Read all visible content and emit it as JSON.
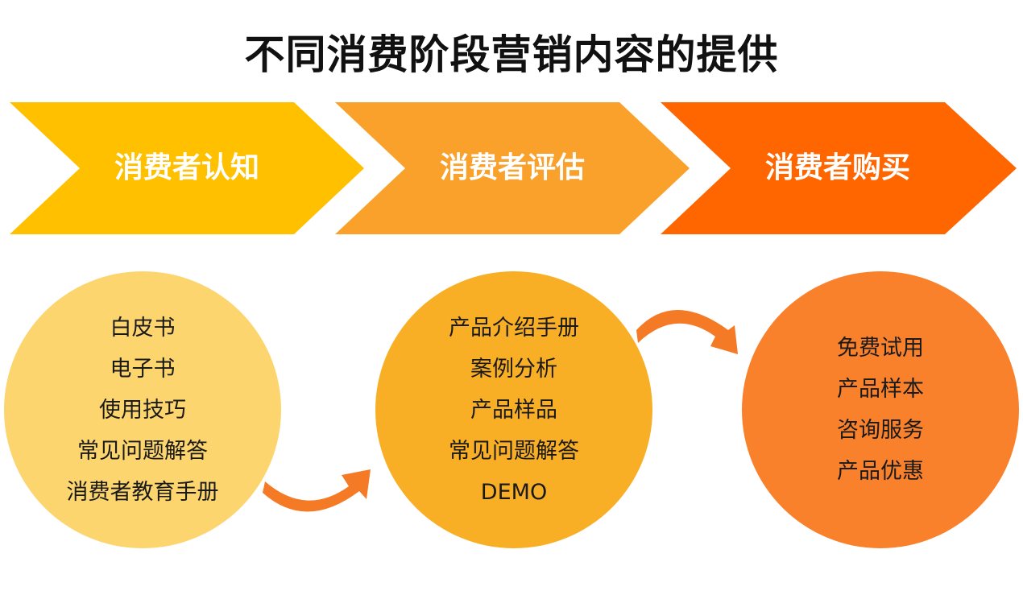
{
  "title": "不同消费阶段营销内容的提供",
  "stages": [
    {
      "label": "消费者认知",
      "color": "#FFC000"
    },
    {
      "label": "消费者评估",
      "color": "#F9A12A"
    },
    {
      "label": "消费者购买",
      "color": "#FF6600"
    }
  ],
  "circles": [
    {
      "color": "#FCD56F",
      "items": [
        "白皮书",
        "电子书",
        "使用技巧",
        "常见问题解答",
        "消费者教育手册"
      ]
    },
    {
      "color": "#F9AF25",
      "items": [
        "产品介绍手册",
        "案例分析",
        "产品样品",
        "常见问题解答",
        "DEMO"
      ]
    },
    {
      "color": "#F9812C",
      "items": [
        "免费试用",
        "产品样本",
        "咨询服务",
        "产品优惠"
      ]
    }
  ],
  "arrow_color": "#F57A25"
}
